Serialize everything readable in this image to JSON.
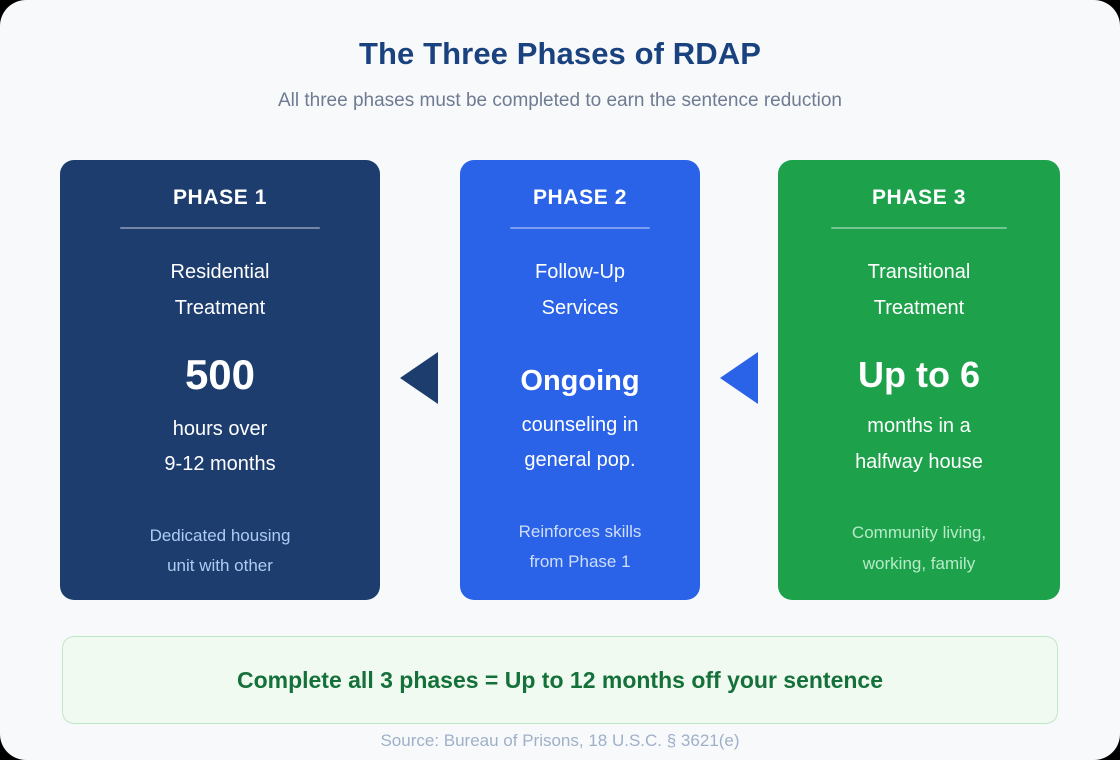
{
  "header": {
    "title": "The Three Phases of RDAP",
    "subtitle": "All three phases must be completed to earn the sentence reduction"
  },
  "phases": [
    {
      "label": "PHASE 1",
      "title": "Residential\nTreatment",
      "stat": "500",
      "stat_desc": "hours over\n9-12 months",
      "note": "Dedicated housing\nunit with other",
      "color": "#1d3d6e"
    },
    {
      "label": "PHASE 2",
      "title": "Follow-Up\nServices",
      "stat": "Ongoing",
      "stat_desc": "counseling in\ngeneral pop.",
      "note": "Reinforces skills\nfrom Phase 1",
      "color": "#2a63e8"
    },
    {
      "label": "PHASE 3",
      "title": "Transitional\nTreatment",
      "stat": "Up to 6",
      "stat_desc": "months in a\nhalfway house",
      "note": "Community living,\nworking, family",
      "color": "#1da14b"
    }
  ],
  "arrows": [
    {
      "name": "arrow-phase2-to-phase1",
      "direction": "left",
      "color": "#1d3d6e"
    },
    {
      "name": "arrow-phase3-to-phase2",
      "direction": "left",
      "color": "#2a63e8"
    }
  ],
  "result_banner": {
    "text": "Complete all 3 phases = Up to 12 months off your sentence",
    "background": "#f1faf1",
    "border_color": "#bfe7c6",
    "text_color": "#15713a"
  },
  "source": "Source: Bureau of Prisons, 18 U.S.C. § 3621(e)",
  "theme": {
    "page_background": "#f8f9fb",
    "title_color": "#19427f",
    "subtitle_color": "#6f7b92",
    "source_color": "#9fb0c9"
  }
}
